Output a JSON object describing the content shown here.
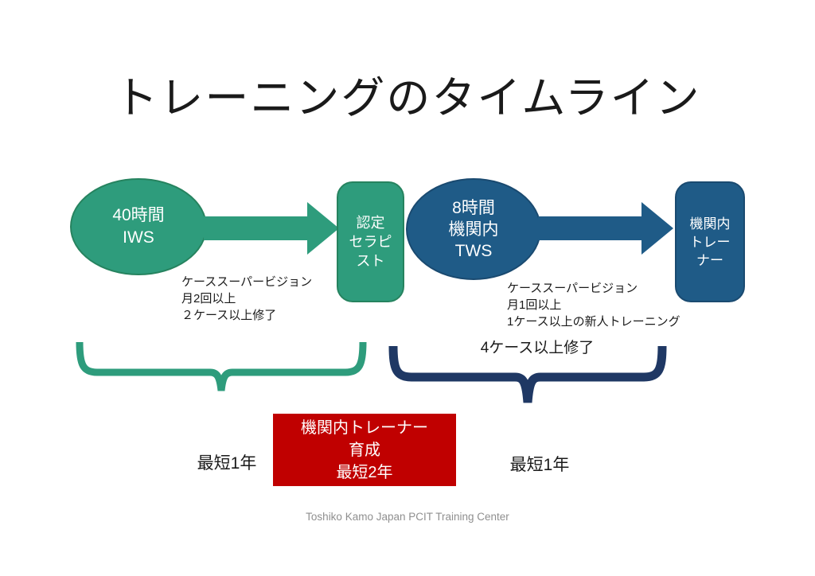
{
  "title": "トレーニングのタイムライン",
  "colors": {
    "green": "#2E9C7C",
    "greenDark": "#26835F",
    "blue": "#1F5B87",
    "blueDark": "#1A4A70",
    "navy": "#1F3864",
    "red": "#C00000"
  },
  "flow": {
    "stage1_ellipse": "40時間\nIWS",
    "stage1_result_box": "認定\nセラピ\nスト",
    "stage2_ellipse": "8時間\n機関内\nTWS",
    "stage2_result_box": "機関内\nトレー\nナー",
    "note_stage1": "ケーススーパービジョン\n月2回以上\n２ケース以上修了",
    "note_stage2": "ケーススーパービジョン\n月1回以上\n1ケース以上の新人トレーニング"
  },
  "braces": {
    "stage2_label": "4ケース以上修了"
  },
  "summary": {
    "red_box": "機関内トレーナー\n育成\n最短2年",
    "duration_left": "最短1年",
    "duration_right": "最短1年"
  },
  "footer": "Toshiko Kamo Japan PCIT Training Center"
}
